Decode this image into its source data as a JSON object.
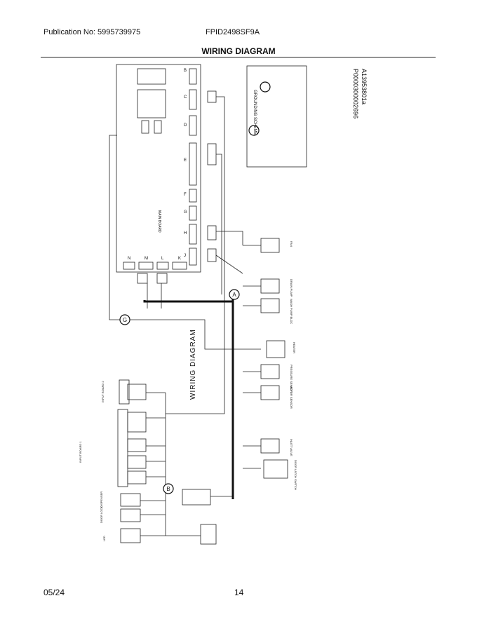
{
  "header": {
    "publication": "Publication No: 5995739975",
    "model": "FPID2498SF9A"
  },
  "title": "WIRING DIAGRAM",
  "footer": {
    "date": "05/24",
    "page": "14"
  },
  "diagram": {
    "side_title": "WIRING DIAGRAM",
    "main_board": "MAIN BOARD",
    "connector_letters": [
      "B",
      "C",
      "D",
      "E",
      "F",
      "G",
      "H",
      "J"
    ],
    "bottom_connectors": [
      "N",
      "M",
      "L",
      "K"
    ],
    "ground_markers": [
      "G",
      "A",
      "B"
    ],
    "grounding_scheme": "GROUNDING SCHEME",
    "legend_codes": [
      "P0000300002696",
      "A13953801a"
    ],
    "right_components": [
      "FAN",
      "DRAIN PUMP",
      "WASH PUMP BLDC",
      "HEATER",
      "PRESSURE SENSOR",
      "MOTOR SENSOR",
      "INLET VALVE",
      "DOOR LATCH SWITCH"
    ],
    "left_components": [
      "INPUT BOARD 2",
      "INPUT BOARD 1",
      "DISPENSER",
      "DOOR LOCK",
      "LED"
    ]
  }
}
